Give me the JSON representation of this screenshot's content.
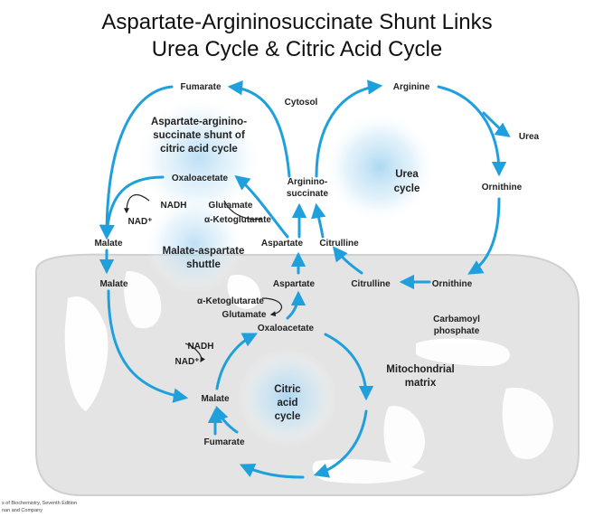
{
  "title": {
    "line1": "Aspartate-Argininosuccinate Shunt Links",
    "line2": "Urea Cycle & Citric Acid Cycle"
  },
  "labels": {
    "fumarate_top": "Fumarate",
    "arginine": "Arginine",
    "cytosol": "Cytosol",
    "shunt_line1": "Aspartate-arginino-",
    "shunt_line2": "succinate shunt of",
    "shunt_line3": "citric acid cycle",
    "urea": "Urea",
    "urea_cycle_line1": "Urea",
    "urea_cycle_line2": "cycle",
    "oxaloacetate_top": "Oxaloacetate",
    "argininosuccinate_line1": "Arginino-",
    "argininosuccinate_line2": "succinate",
    "ornithine_top": "Ornithine",
    "nadh_top": "NADH",
    "nad_top": "NAD⁺",
    "glutamate_top": "Glutamate",
    "ketoglutarate_top": "α-Ketoglutarate",
    "malate_left": "Malate",
    "mas_line1": "Malate-aspartate",
    "mas_line2": "shuttle",
    "aspartate_top": "Aspartate",
    "citrulline_top": "Citrulline",
    "malate_mito": "Malate",
    "aspartate_mito": "Aspartate",
    "citrulline_mito": "Citrulline",
    "ornithine_mito": "Ornithine",
    "ketoglutarate_mito": "α-Ketoglutarate",
    "glutamate_mito": "Glutamate",
    "oxaloacetate_mito": "Oxaloacetate",
    "carbamoyl_line1": "Carbamoyl",
    "carbamoyl_line2": "phosphate",
    "nadh_mito": "NADH",
    "nad_mito": "NAD⁺",
    "mito_matrix_line1": "Mitochondrial",
    "mito_matrix_line2": "matrix",
    "citric_line1": "Citric",
    "citric_line2": "acid",
    "citric_line3": "cycle",
    "malate_cycle": "Malate",
    "fumarate_cycle": "Fumarate",
    "credit_line1": "s of Biochemistry, Seventh Edition",
    "credit_line2": "nan and Company"
  },
  "colors": {
    "arrow": "#1fa0dd",
    "mito_fill": "#e4e4e4",
    "mito_edge": "#d2d2d2",
    "glow": "#bfe0f3"
  }
}
